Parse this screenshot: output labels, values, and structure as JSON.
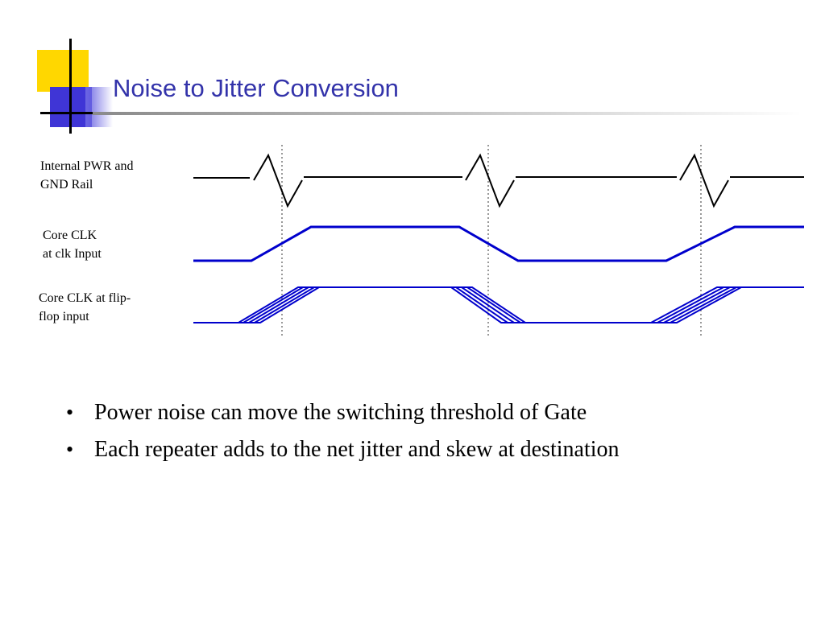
{
  "slide": {
    "title": "Noise to Jitter Conversion"
  },
  "signals": [
    {
      "label_lines": [
        "Internal PWR and",
        "GND Rail"
      ]
    },
    {
      "label_lines": [
        "Core CLK",
        "at clk Input"
      ]
    },
    {
      "label_lines": [
        "Core CLK at flip-",
        "flop input"
      ]
    }
  ],
  "bullets": [
    "Power noise can move the switching threshold of Gate",
    "Each repeater adds to the net jitter and skew at destination"
  ],
  "colors": {
    "title": "#3333aa",
    "clock_trace": "#0000cc",
    "rail_trace": "#000000",
    "accent_yellow": "#ffd700",
    "accent_blue": "#3f35d6"
  }
}
